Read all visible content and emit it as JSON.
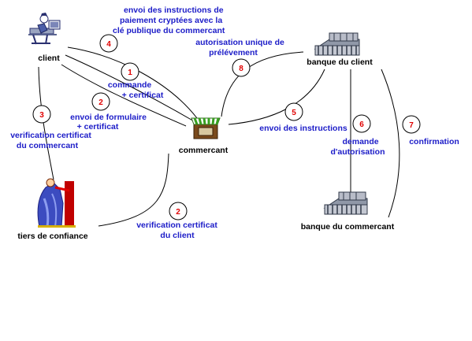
{
  "colors": {
    "label": "#1c1cc8",
    "number": "#e00000",
    "node": "#000000"
  },
  "nodes": {
    "client": {
      "label": "client",
      "icon": "computer-user-icon"
    },
    "commercant": {
      "label": "commercant",
      "icon": "shop-icon"
    },
    "tiers": {
      "label": "tiers de confiance",
      "icon": "trusted-third-party-icon"
    },
    "banque_client": {
      "label": "banque du client",
      "icon": "bank-building-icon"
    },
    "banque_commercant": {
      "label": "banque du commercant",
      "icon": "bank-building-icon"
    }
  },
  "steps": {
    "s4": {
      "num": "4",
      "lines": [
        "envoi des instructions de",
        "paiement cryptées avec la",
        "clé publique du commercant"
      ]
    },
    "s1": {
      "num": "1",
      "lines": [
        "commande",
        "+ certificat"
      ]
    },
    "s2a": {
      "num": "2",
      "lines": [
        "envoi de formulaire",
        "+ certificat"
      ]
    },
    "s3": {
      "num": "3",
      "lines": [
        "verification certificat",
        "du commercant"
      ]
    },
    "s8": {
      "num": "8",
      "lines": [
        "autorisation unique de",
        "prélévement"
      ]
    },
    "s5": {
      "num": "5",
      "lines": [
        "envoi des instructions"
      ]
    },
    "s6": {
      "num": "6",
      "lines": [
        "demande",
        "d'autorisation"
      ]
    },
    "s7": {
      "num": "7",
      "lines": [
        "confirmation"
      ]
    },
    "s2b": {
      "num": "2",
      "lines": [
        "verification certificat",
        "du client"
      ]
    }
  }
}
